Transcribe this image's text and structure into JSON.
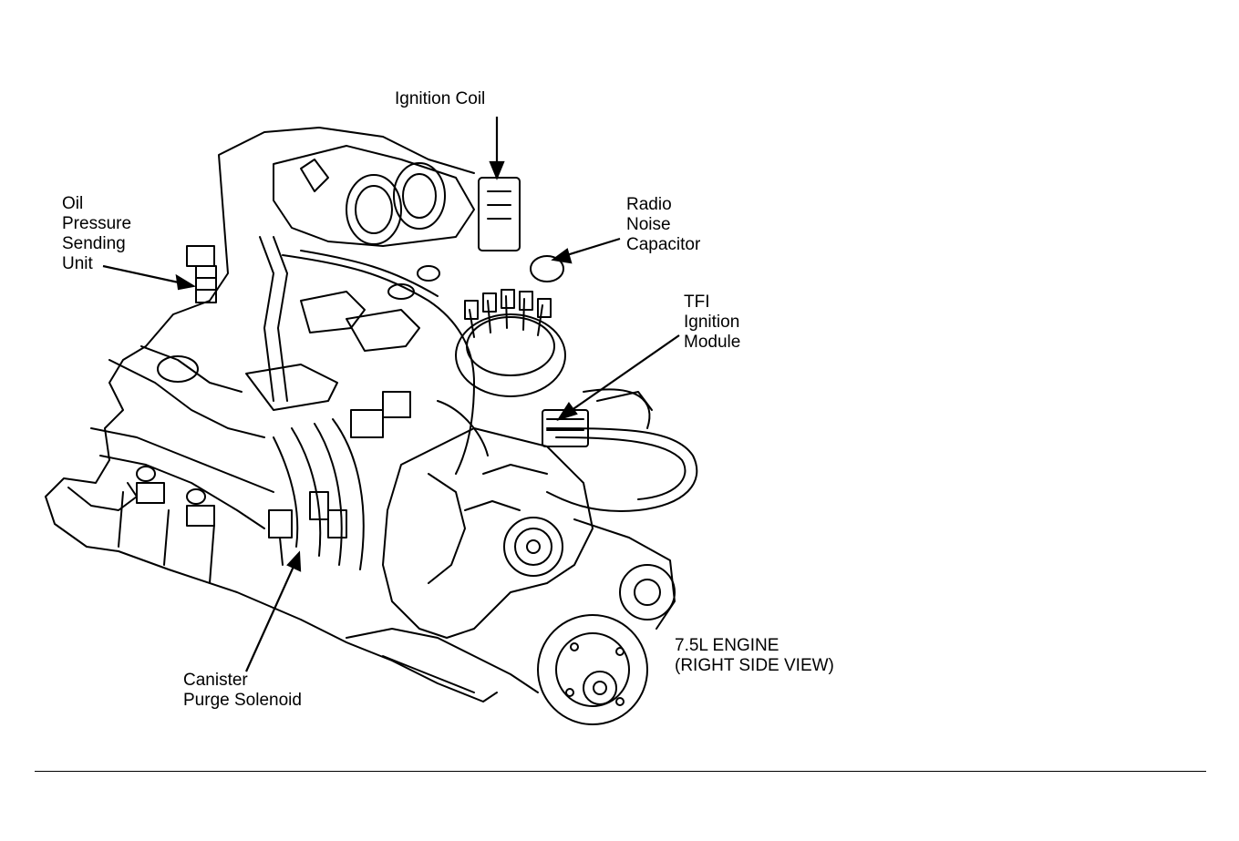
{
  "callouts": {
    "ignition_coil": [
      "Ignition Coil"
    ],
    "oil_pressure": [
      "Oil",
      "Pressure",
      "Sending",
      "Unit"
    ],
    "radio_noise": [
      "Radio",
      "Noise",
      "Capacitor"
    ],
    "tfi_module": [
      "TFI",
      "Ignition",
      "Module"
    ],
    "canister_purge": [
      "Canister",
      "Purge Solenoid"
    ]
  },
  "caption": [
    "7.5L ENGINE",
    "(RIGHT SIDE VIEW)"
  ]
}
